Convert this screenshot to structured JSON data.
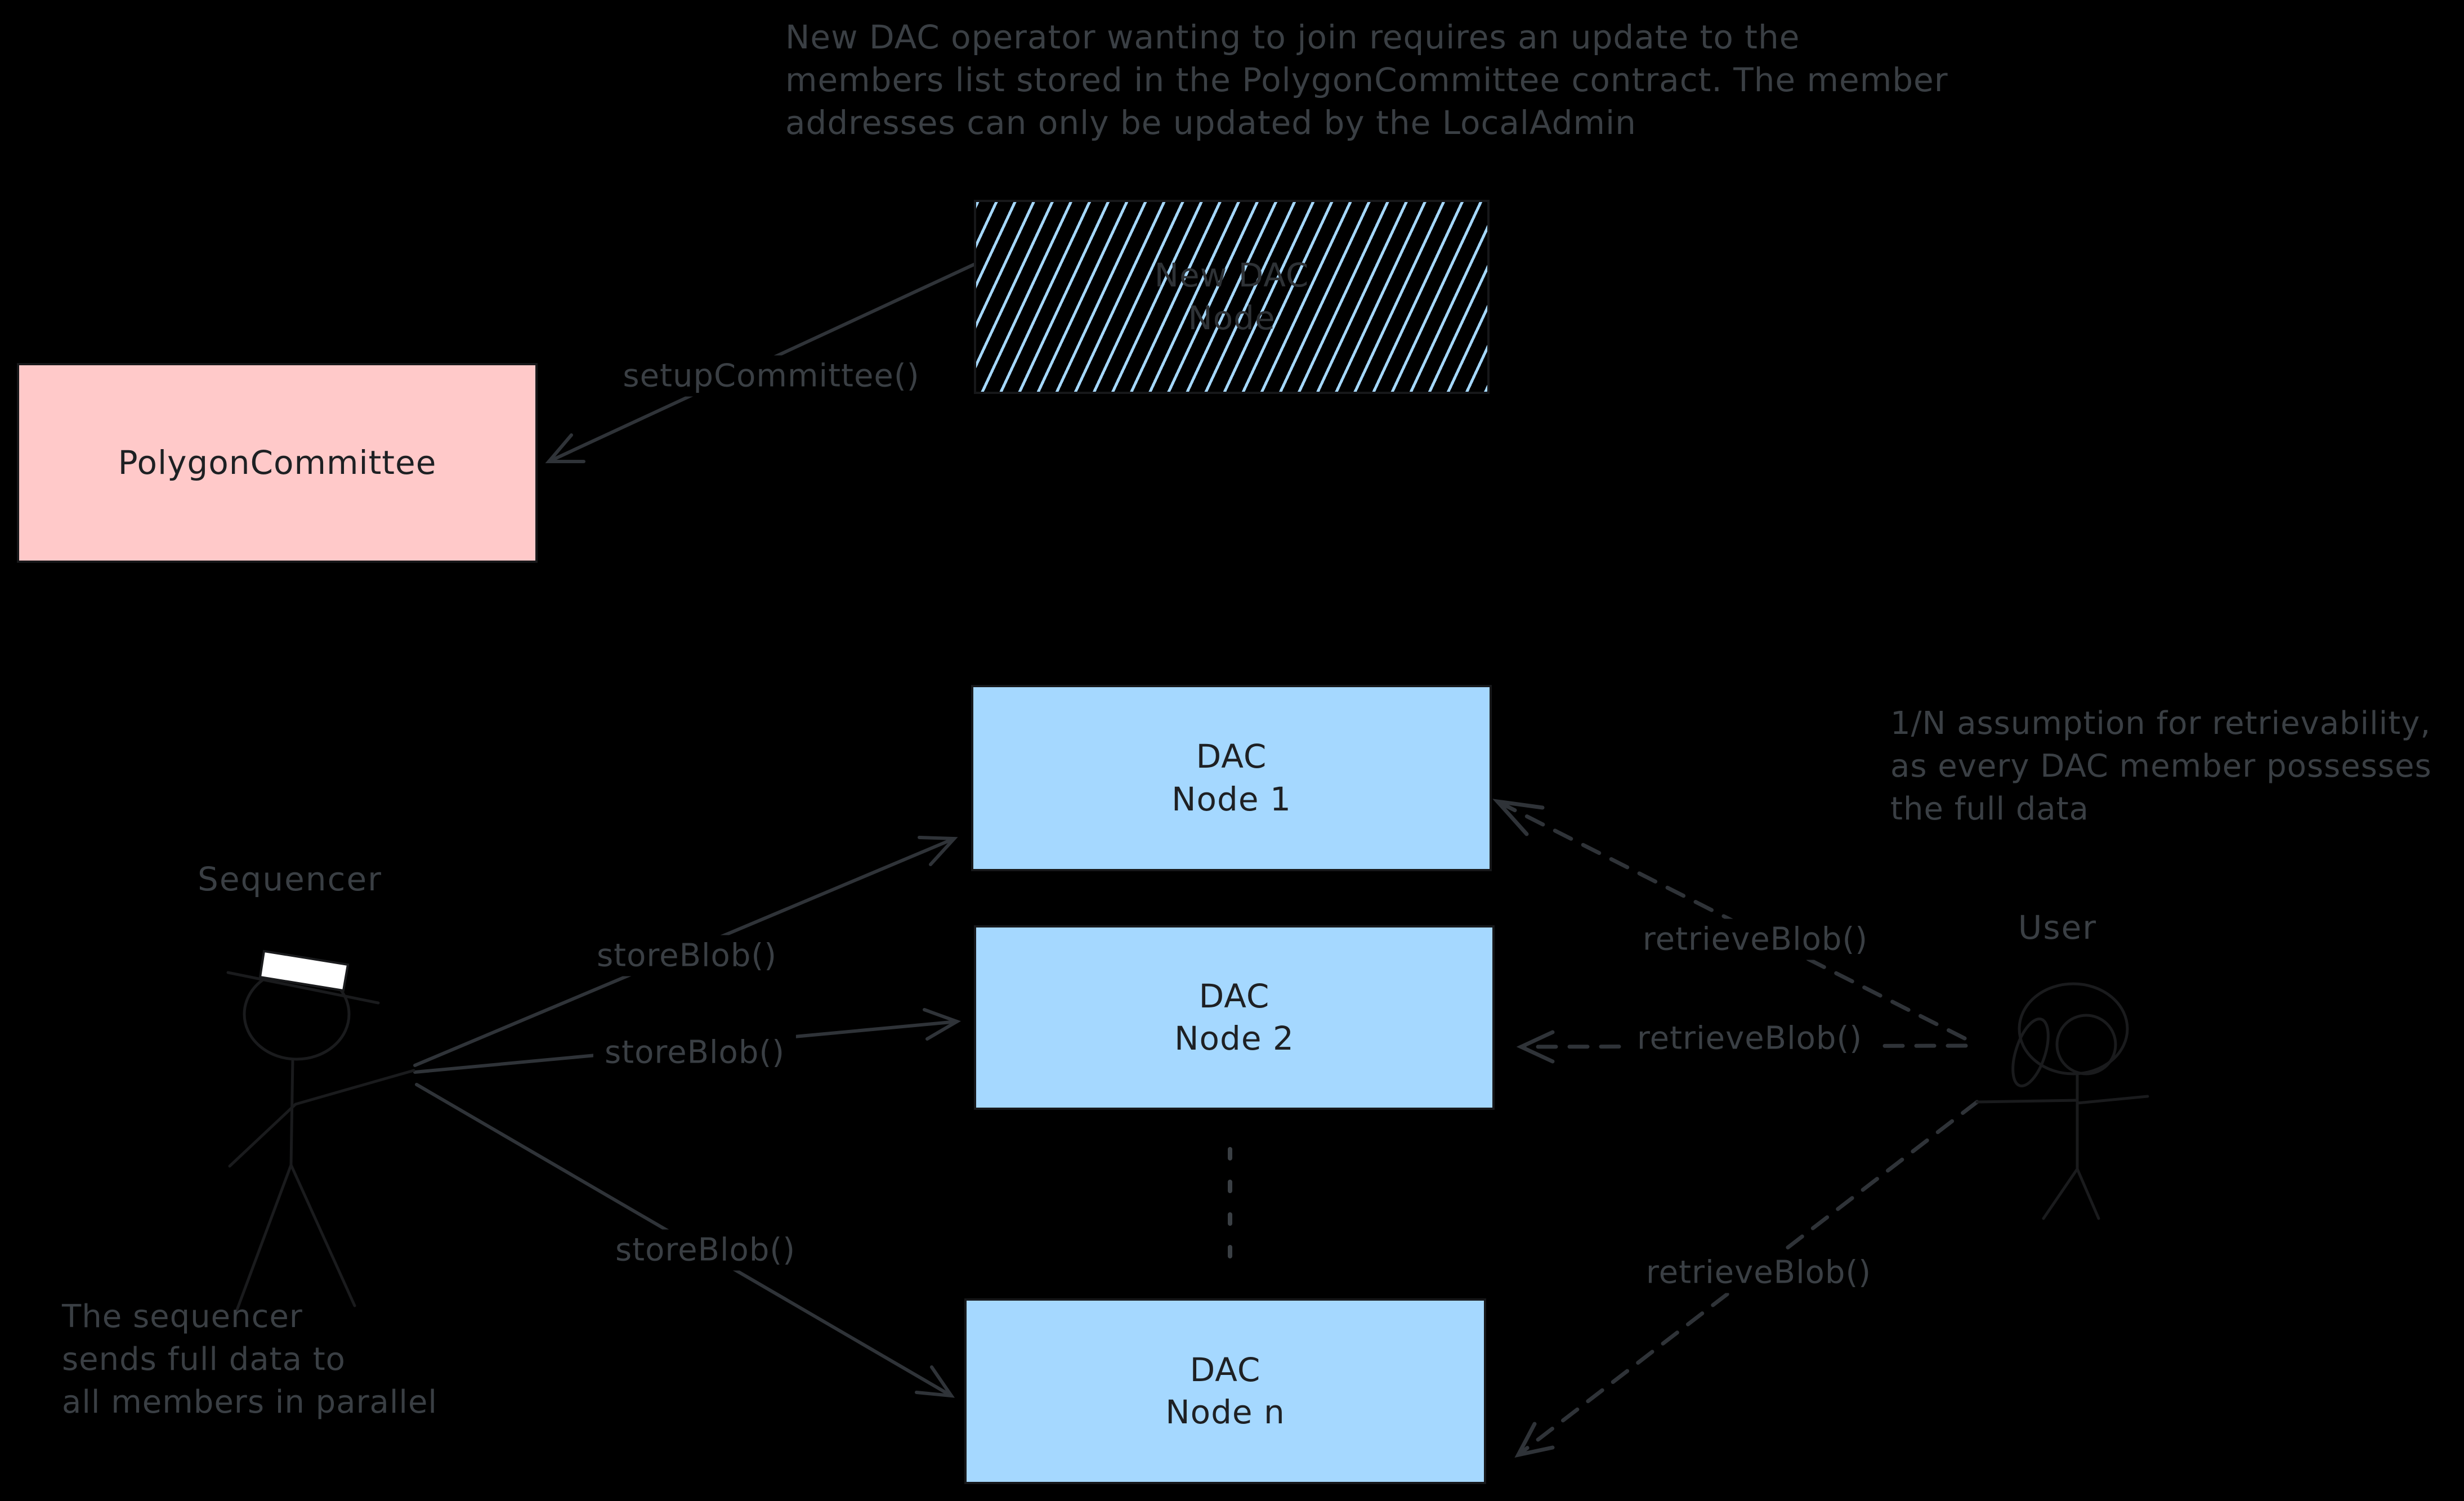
{
  "canvas": {
    "background": "#000000"
  },
  "palette": {
    "node_blue": "#a5d8ff",
    "node_pink": "#ffc9c9",
    "box_border": "#17181a",
    "label_gray": "#3a3f44",
    "arrow_gray": "#2f3338",
    "figure_dark": "#1a1b1d",
    "hat_white": "#ffffff"
  },
  "annotations": {
    "member_update": {
      "lines": [
        "New DAC operator wanting to join requires an update to the",
        "members list stored in the PolygonCommittee contract. The member",
        "addresses can only be updated by the LocalAdmin"
      ]
    },
    "retrievability": {
      "lines": [
        "1/N assumption for retrievability,",
        "as every DAC member possesses",
        "the full data"
      ]
    },
    "sequencer_note": {
      "lines": [
        "The sequencer",
        "sends full data to",
        "all members in parallel"
      ]
    }
  },
  "nodes": {
    "new_dac": {
      "line1": "New DAC",
      "line2": "Node"
    },
    "committee": {
      "label": "PolygonCommittee"
    },
    "dac1": {
      "line1": "DAC",
      "line2": "Node 1"
    },
    "dac2": {
      "line1": "DAC",
      "line2": "Node 2"
    },
    "dacn": {
      "line1": "DAC",
      "line2": "Node n"
    }
  },
  "actors": {
    "sequencer": {
      "label": "Sequencer"
    },
    "user": {
      "label": "User"
    }
  },
  "edges": {
    "setup": {
      "label": "setupCommittee()"
    },
    "store1": {
      "label": "storeBlob()"
    },
    "store2": {
      "label": "storeBlob()"
    },
    "store3": {
      "label": "storeBlob()"
    },
    "retrieve1": {
      "label": "retrieveBlob()"
    },
    "retrieve2": {
      "label": "retrieveBlob()"
    },
    "retrieve3": {
      "label": "retrieveBlob()"
    }
  }
}
